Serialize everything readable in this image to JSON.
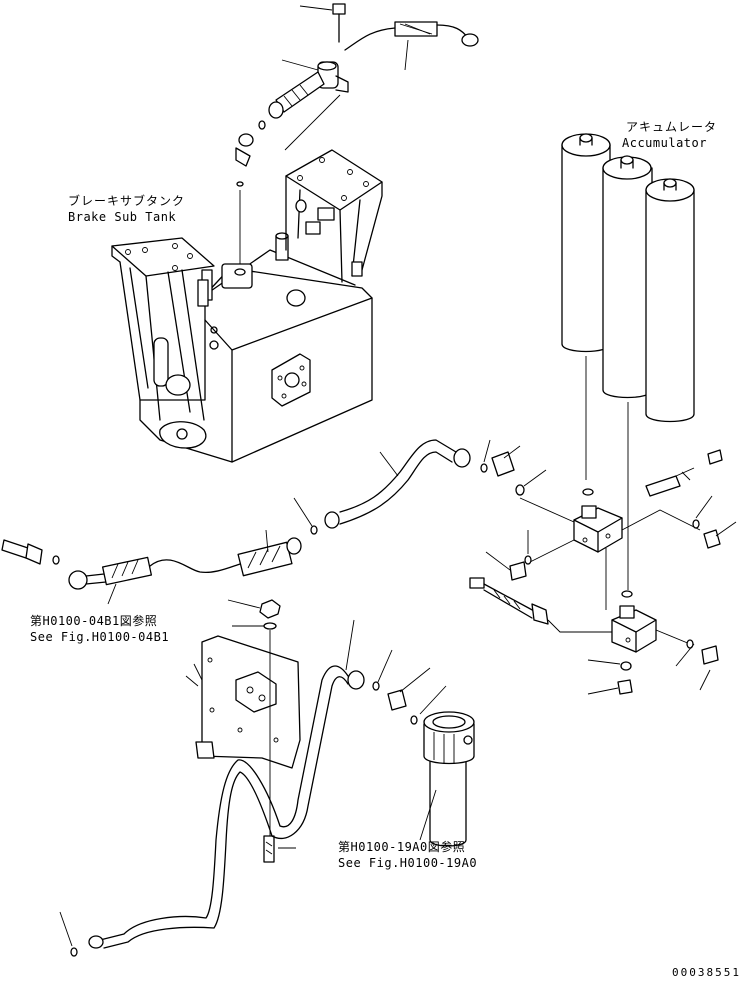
{
  "labels": {
    "brake_sub_tank_jp": "ブレーキサブタンク",
    "brake_sub_tank_en": "Brake Sub Tank",
    "accumulator_jp": "アキュムレータ",
    "accumulator_en": "Accumulator",
    "ref_04b1_jp": "第H0100-04B1図参照",
    "ref_04b1_en": "See Fig.H0100-04B1",
    "ref_19a0_jp": "第H0100-19A0図参照",
    "ref_19a0_en": "See Fig.H0100-19A0",
    "drawing_number": "00038551"
  }
}
